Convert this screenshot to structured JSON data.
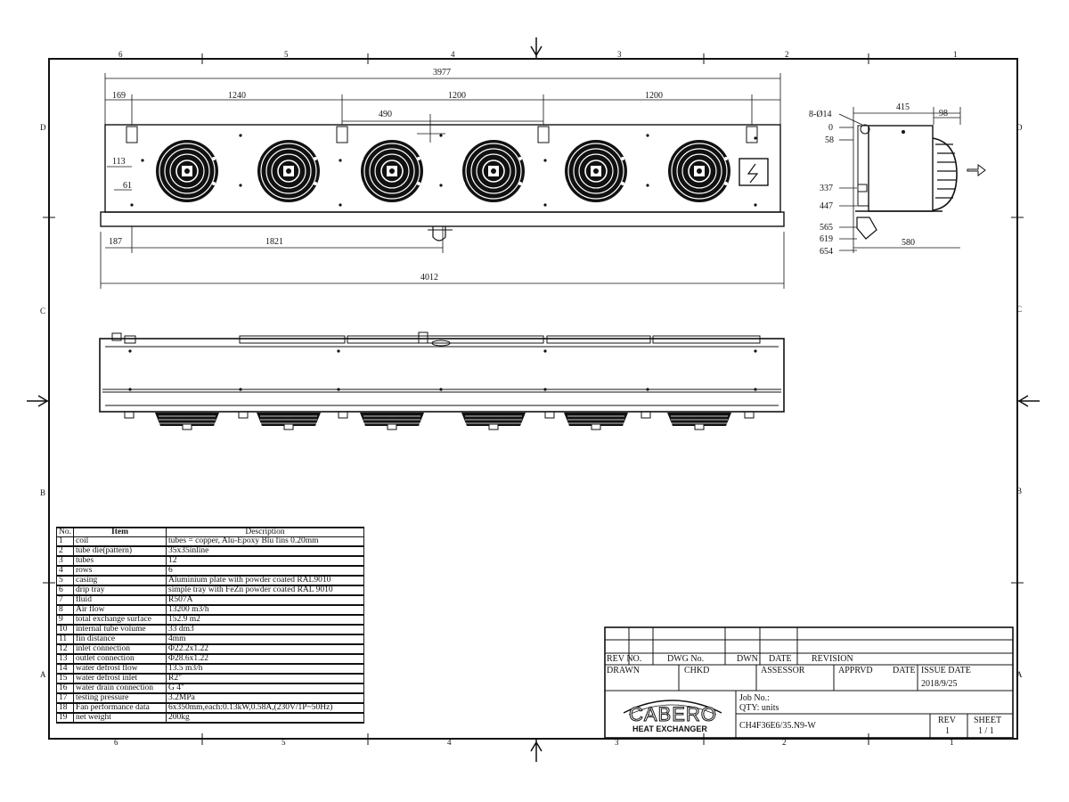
{
  "border": {
    "cols_top": [
      "6",
      "5",
      "4",
      "3",
      "2",
      "1"
    ],
    "cols_bottom": [
      "6",
      "5",
      "4",
      "3",
      "2",
      "1"
    ],
    "rows_left": [
      "D",
      "C",
      "B",
      "A"
    ],
    "rows_right": [
      "D",
      "C",
      "B",
      "A"
    ]
  },
  "front_view": {
    "dims": {
      "overall_top": "3977",
      "left_offset": "169",
      "spacing_1": "1240",
      "spacing_2": "1200",
      "spacing_3": "1200",
      "inner": "490",
      "side_113": "113",
      "side_61": "61",
      "bottom_left": "187",
      "bottom_mid": "1821",
      "overall_bottom": "4012"
    }
  },
  "side_view": {
    "dims": {
      "holes": "8-Ø14",
      "width_415": "415",
      "width_98": "98",
      "v_0": "0",
      "v_58": "58",
      "v_337": "337",
      "v_447": "447",
      "v_565": "565",
      "v_619": "619",
      "v_654": "654",
      "depth_580": "580"
    }
  },
  "spec_table": {
    "headers": {
      "no": "No.",
      "item": "Item",
      "desc": "Description"
    },
    "rows": [
      {
        "no": "1",
        "item": "coil",
        "desc": "tubes = copper, Alu-Epoxy  Blu fins 0.20mm"
      },
      {
        "no": "2",
        "item": "tube die(pattern)",
        "desc": "35x35inline"
      },
      {
        "no": "3",
        "item": "tubes",
        "desc": "12"
      },
      {
        "no": "4",
        "item": "rows",
        "desc": "6"
      },
      {
        "no": "5",
        "item": "casing",
        "desc": "Aluminium plate with powder coated RAL9010"
      },
      {
        "no": "6",
        "item": "drip tray",
        "desc": "simple tray with  FeZn powder coated  RAL 9010"
      },
      {
        "no": "7",
        "item": "fluid",
        "desc": "R507A"
      },
      {
        "no": "8",
        "item": "Air flow",
        "desc": "13200 m3/h"
      },
      {
        "no": "9",
        "item": "total exchange surface",
        "desc": "152.9 m2"
      },
      {
        "no": "10",
        "item": "internal tube volume",
        "desc": "33 dm3"
      },
      {
        "no": "11",
        "item": "fin distance",
        "desc": "4mm"
      },
      {
        "no": "12",
        "item": "inlet connection",
        "desc": "Φ22.2x1.22"
      },
      {
        "no": "13",
        "item": "outlet connection",
        "desc": "Φ28.6x1.22"
      },
      {
        "no": "14",
        "item": "water defrost flow",
        "desc": "13.5 m3/h"
      },
      {
        "no": "15",
        "item": "water defrost inlet",
        "desc": "R2\""
      },
      {
        "no": "16",
        "item": "water drain connection",
        "desc": "G 4\""
      },
      {
        "no": "17",
        "item": "testing pressure",
        "desc": "3.2MPa"
      },
      {
        "no": "18",
        "item": "Fan performance data",
        "desc": "6x350mm,each:0.13kW,0.58A,(230V/1P~50Hz)"
      },
      {
        "no": "19",
        "item": "net weight",
        "desc": "200kg"
      }
    ]
  },
  "title_block": {
    "rev_no": "REV NO.",
    "dwg_no": "DWG No.",
    "dwn": "DWN",
    "date": "DATE",
    "revision": "REVISION",
    "drawn": "DRAWN",
    "chkd": "CHKD",
    "assessor": "ASSESSOR",
    "apprvd": "APPRVD",
    "date2": "DATE",
    "issue_date_label": "ISSUE DATE",
    "issue_date": "2018/9/25",
    "logo_text": "CABERO",
    "logo_sub": "HEAT EXCHANGER",
    "job_no": "Job No.:",
    "qty": "QTY:   units",
    "model": "CH4F36E6/35.N9-W",
    "rev_label": "REV",
    "rev_value": "1",
    "sheet_label": "SHEET",
    "sheet_value": "1 / 1"
  }
}
